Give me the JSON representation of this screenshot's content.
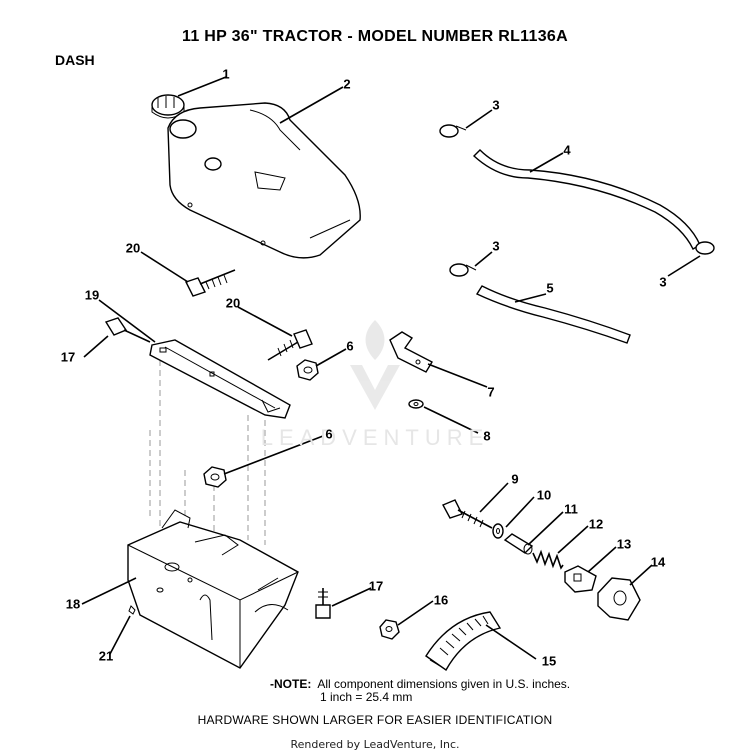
{
  "title": "11 HP  36\"  TRACTOR  - MODEL NUMBER RL1136A",
  "section": "DASH",
  "callouts": {
    "c1": "1",
    "c2": "2",
    "c3a": "3",
    "c3b": "3",
    "c3c": "3",
    "c4": "4",
    "c5": "5",
    "c6a": "6",
    "c6b": "6",
    "c7": "7",
    "c8": "8",
    "c9": "9",
    "c10": "10",
    "c11": "11",
    "c12": "12",
    "c13": "13",
    "c14": "14",
    "c15": "15",
    "c16": "16",
    "c17a": "17",
    "c17b": "17",
    "c18": "18",
    "c19": "19",
    "c20a": "20",
    "c20b": "20",
    "c21": "21"
  },
  "note": {
    "label": "-NOTE:",
    "line1": "All component dimensions given in U.S. inches.",
    "line2": "1 inch = 25.4 mm"
  },
  "hardware": "HARDWARE SHOWN LARGER FOR EASIER IDENTIFICATION",
  "rendered_by": "Rendered by LeadVenture, Inc.",
  "watermark": "LEADVENTURE"
}
